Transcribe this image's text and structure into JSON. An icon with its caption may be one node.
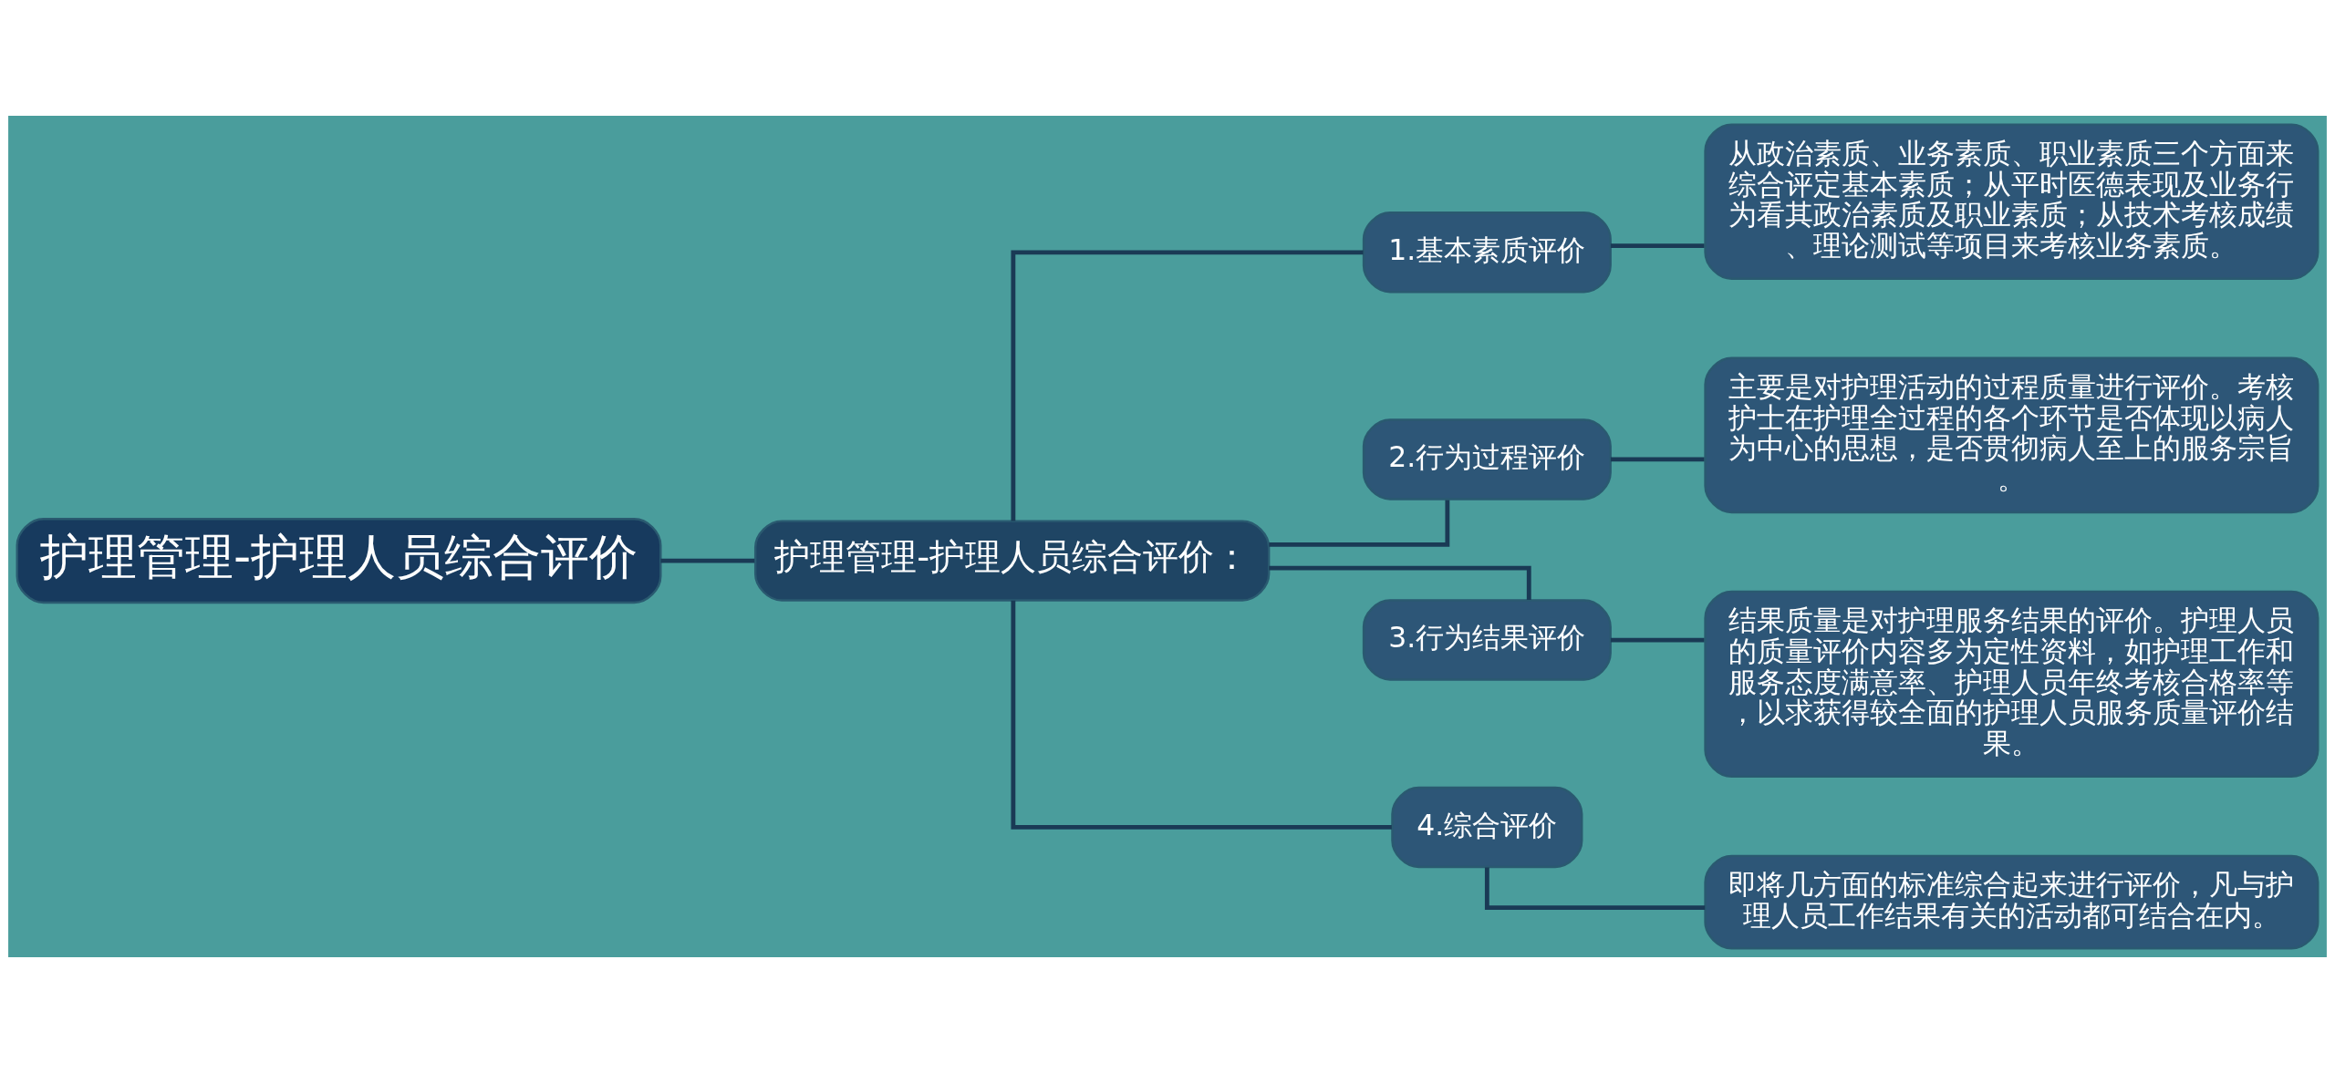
{
  "diagram": {
    "nodes": [
      {
        "text": [
          "护理管理-护理人员综合评价"
        ]
      },
      {
        "text": [
          "护理管理-护理人员综合评价："
        ]
      },
      {
        "text": [
          "1.基本素质评价"
        ]
      },
      {
        "text": [
          "2.行为过程评价"
        ]
      },
      {
        "text": [
          "3.行为结果评价"
        ]
      },
      {
        "text": [
          "4.综合评价"
        ]
      },
      {
        "text": [
          "从政治素质、业务素质、职业素质三个方面来综合评定基本素质；从平时医德表现及业务行为看其政治素质及职业素质；从技术考核成绩、理论测试等项目来考核业务素质。"
        ]
      },
      {
        "text": [
          "主要是对护理活动的过程质量进行评价。考核护士在护理全过程的各个环节是否体现以病人为中心的思想，是否贯彻病人至上的服务宗旨。"
        ]
      },
      {
        "text": [
          "结果质量是对护理服务结果的评价。护理人员的质量评价内容多为定性资料，如护理工作和服务态度满意率、护理人员年终考核合格率等，以求获得较全面的护理人员服务质量评价结果。"
        ]
      },
      {
        "text": [
          "即将几方面的标准综合起来进行评价，凡与护理人员工作结果有关的活动都可结合在内。"
        ]
      }
    ],
    "edges": [
      {
        "from": 0,
        "to": 1,
        "arrow": "none"
      },
      {
        "from": 1,
        "to": 2,
        "arrow": "none"
      },
      {
        "from": 1,
        "to": 3,
        "arrow": "none"
      },
      {
        "from": 1,
        "to": 4,
        "arrow": "none"
      },
      {
        "from": 1,
        "to": 5,
        "arrow": "none"
      },
      {
        "from": 2,
        "to": 6,
        "arrow": "none"
      },
      {
        "from": 3,
        "to": 7,
        "arrow": "none"
      },
      {
        "from": 4,
        "to": 8,
        "arrow": "none"
      },
      {
        "from": 5,
        "to": 9,
        "arrow": "none"
      }
    ]
  }
}
